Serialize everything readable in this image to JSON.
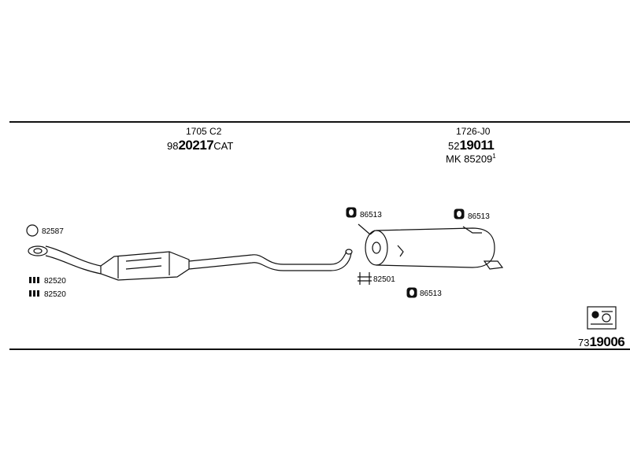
{
  "catalytic": {
    "code_top": "1705 C2",
    "number_prefix": "98",
    "number_main": "20217",
    "number_suffix": "CAT"
  },
  "silencer": {
    "code_top": "1726-J0",
    "number_prefix": "52",
    "number_main": "19011",
    "mk_label": "MK",
    "mk_number": "85209",
    "mk_sup": "1"
  },
  "parts": {
    "ring": "82587",
    "bolt_a": "82520",
    "bolt_b": "82520",
    "hanger_left": "86513",
    "hanger_right": "86513",
    "clamp": "82501",
    "hanger_bottom": "86513"
  },
  "kit": {
    "prefix": "73",
    "number": "19006"
  },
  "icons": [
    "ring-gasket-icon",
    "bolt-kit-icon",
    "rubber-hanger-icon",
    "clamp-icon",
    "mounting-kit-icon"
  ]
}
